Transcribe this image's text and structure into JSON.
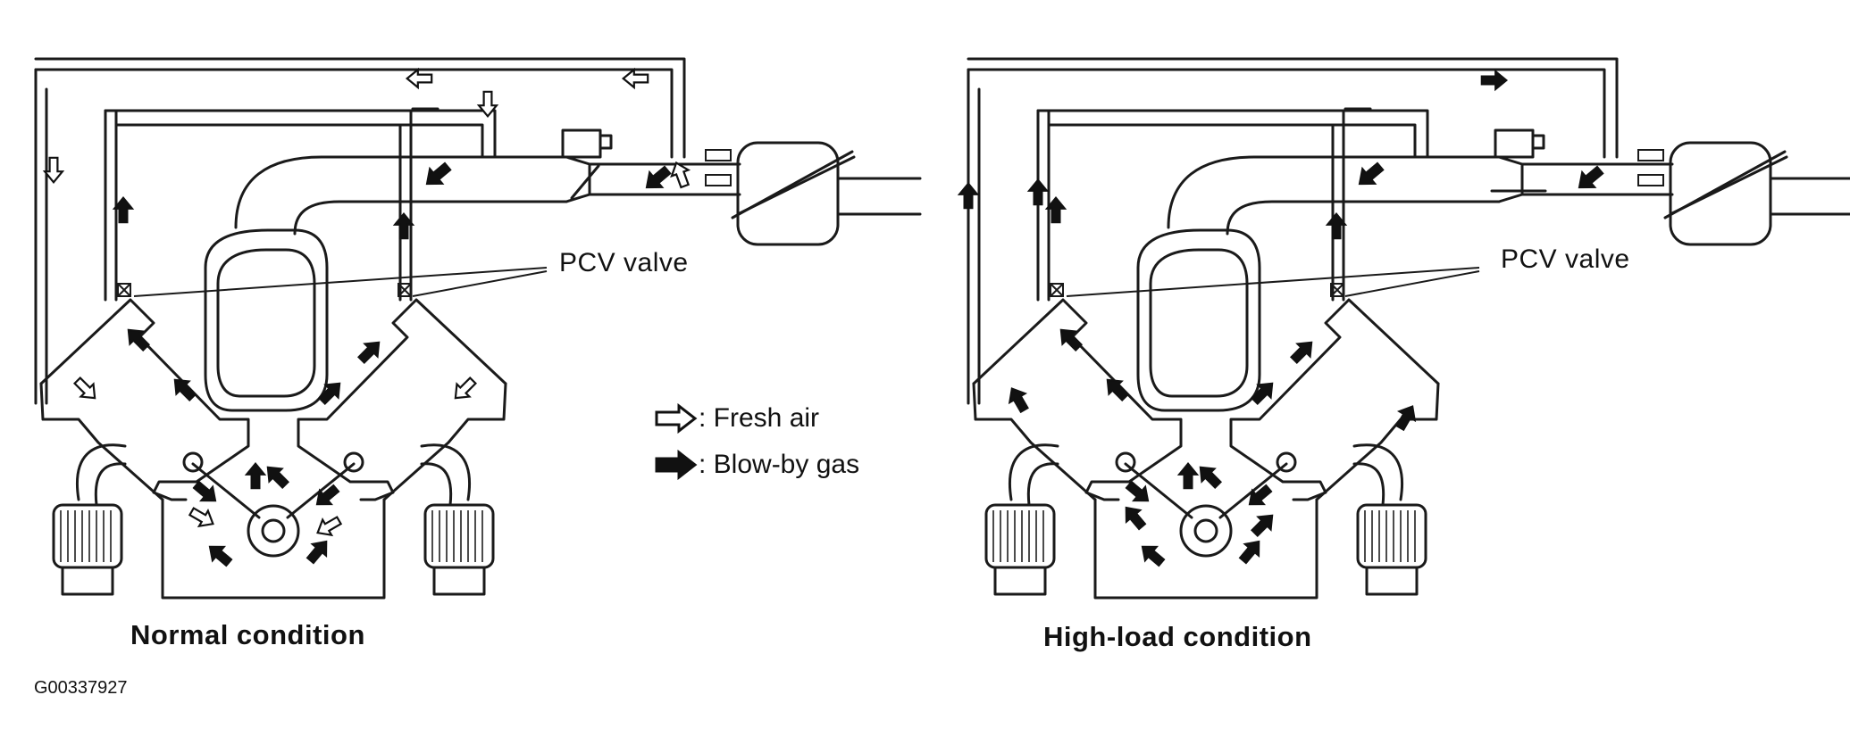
{
  "diagrams": [
    {
      "caption": "Normal condition",
      "pcv_label": "PCV valve"
    },
    {
      "caption": "High-load condition",
      "pcv_label": "PCV valve"
    }
  ],
  "legend": [
    {
      "symbol": "outline-arrow-icon",
      "text": ": Fresh air"
    },
    {
      "symbol": "solid-arrow-icon",
      "text": ": Blow-by gas"
    }
  ],
  "figure_id": "G00337927"
}
